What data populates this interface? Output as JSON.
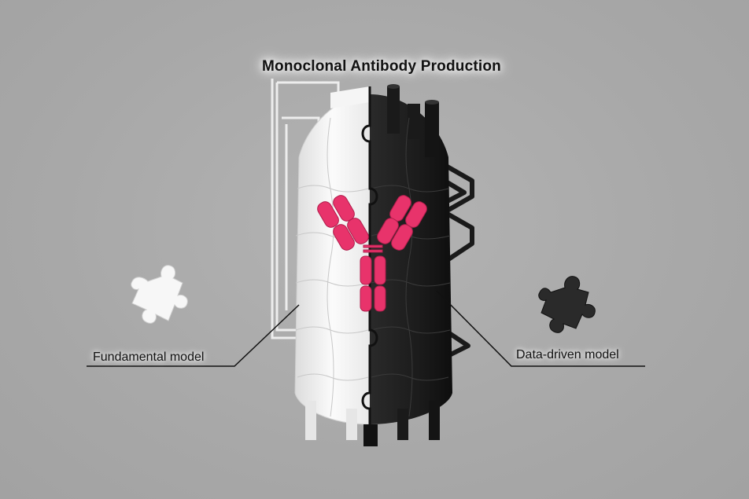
{
  "diagram": {
    "title": "Monoclonal Antibody Production",
    "left_label": "Fundamental model",
    "right_label": "Data-driven model",
    "colors": {
      "background": "#a9a9a9",
      "white_half": "#f2f2f2",
      "black_half": "#1e1e1e",
      "antibody": "#e8336b"
    },
    "icons": [
      "white-puzzle-piece-icon",
      "black-puzzle-piece-icon",
      "bioreactor-icon",
      "antibody-icon"
    ]
  }
}
